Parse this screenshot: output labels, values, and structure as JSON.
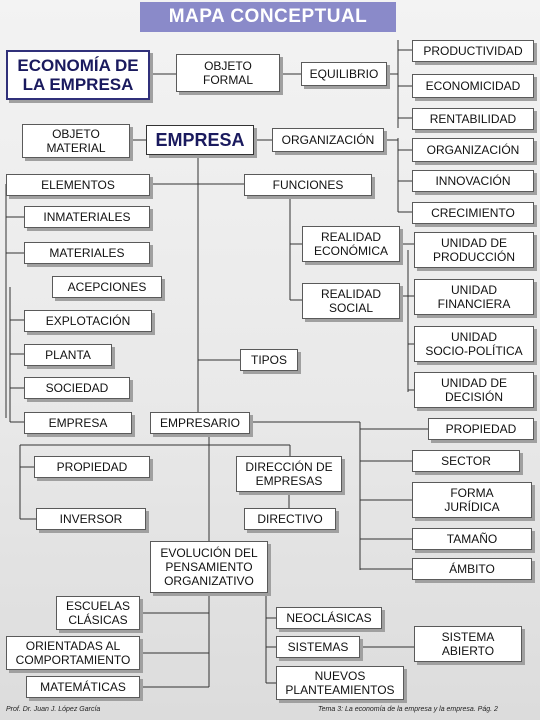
{
  "title": "MAPA CONCEPTUAL",
  "nodes": {
    "economia": "ECONOMÍA DE\nLA EMPRESA",
    "objeto_formal": "OBJETO\nFORMAL",
    "equilibrio": "EQUILIBRIO",
    "productividad": "PRODUCTIVIDAD",
    "economicidad": "ECONOMICIDAD",
    "rentabilidad": "RENTABILIDAD",
    "objeto_material": "OBJETO\nMATERIAL",
    "empresa_center": "EMPRESA",
    "organizacion": "ORGANIZACIÓN",
    "organizacion_r": "ORGANIZACIÓN",
    "innovacion": "INNOVACIÓN",
    "elementos": "ELEMENTOS",
    "funciones": "FUNCIONES",
    "crecimiento": "CRECIMIENTO",
    "inmateriales": "INMATERIALES",
    "realidad_economica": "REALIDAD\nECONÓMICA",
    "unidad_produccion": "UNIDAD DE\nPRODUCCIÓN",
    "materiales": "MATERIALES",
    "acepciones": "ACEPCIONES",
    "realidad_social": "REALIDAD\nSOCIAL",
    "unidad_financiera": "UNIDAD\nFINANCIERA",
    "explotacion": "EXPLOTACIÓN",
    "unidad_sociopolitica": "UNIDAD\nSOCIO-POLÍTICA",
    "planta": "PLANTA",
    "tipos": "TIPOS",
    "sociedad": "SOCIEDAD",
    "unidad_decision": "UNIDAD DE\nDECISIÓN",
    "empresa_l": "EMPRESA",
    "empresario": "EMPRESARIO",
    "propiedad_r": "PROPIEDAD",
    "sector": "SECTOR",
    "propiedad_l": "PROPIEDAD",
    "direccion": "DIRECCIÓN DE\nEMPRESAS",
    "forma_juridica": "FORMA\nJURÍDICA",
    "inversor": "INVERSOR",
    "directivo": "DIRECTIVO",
    "tamano": "TAMAÑO",
    "evolucion": "EVOLUCIÓN DEL\nPENSAMIENTO\nORGANIZATIVO",
    "ambito": "ÁMBITO",
    "escuelas": "ESCUELAS\nCLÁSICAS",
    "neoclasicas": "NEOCLÁSICAS",
    "orientadas": "ORIENTADAS AL\nCOMPORTAMIENTO",
    "sistemas": "SISTEMAS",
    "sistema_abierto": "SISTEMA\nABIERTO",
    "matematicas": "MATEMÁTICAS",
    "nuevos": "NUEVOS\nPLANTEAMIENTOS"
  },
  "footer": {
    "author": "Prof. Dr. Juan J. López García",
    "topic": "Tema 3: La economía de la empresa y la empresa. Pág. 2"
  }
}
